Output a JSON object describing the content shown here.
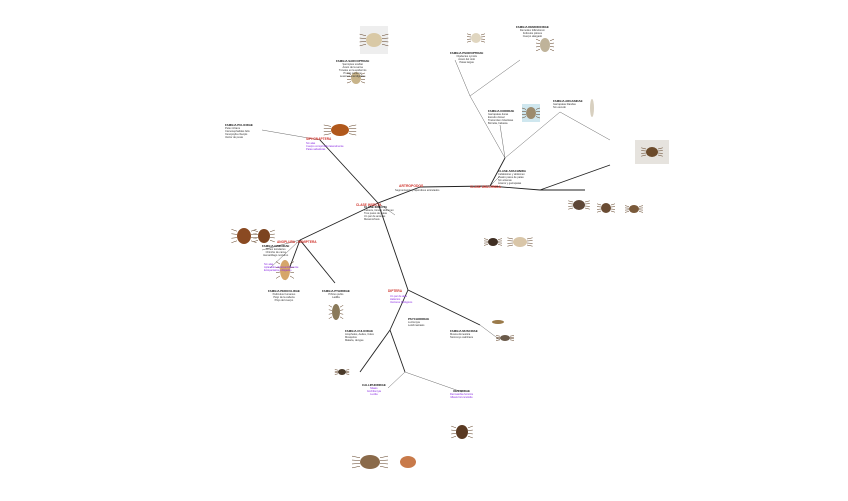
{
  "colors": {
    "branch": "#d0342c",
    "line": "#222222",
    "text": "#333333",
    "purple": "#8a2be2"
  },
  "center": {
    "label": "ARTROPODOS",
    "sub": "Segmentación y apéndices articulados"
  },
  "branches": {
    "insecta": "CLASE INSECTA",
    "arachnida": "CLASE ARACHNIDA",
    "siphonaptera": "SIPHONAPTERA",
    "anoplura": "ANOPLURA - HEMIPTERA",
    "diptera": "DIPTERA"
  },
  "nodes": {
    "sarcoptidae": {
      "title": "FAMILIA SARCOPTIDAE",
      "lines": [
        "Sarcoptes scabiei",
        "Ácaro de la sarna",
        "Túneles en la epidermis",
        "Prurito nocturno",
        "Lesiones interdigitales"
      ]
    },
    "demodecidae": {
      "title": "FAMILIA DEMODICIDAE",
      "lines": [
        "Demodex folliculorum",
        "Folículos pilosos",
        "Cuerpo alargado"
      ]
    },
    "psoroptidae": {
      "title": "FAMILIA PSOROPTIDAE",
      "lines": [
        "Otodectes cynotis",
        "Ácaro del oído",
        "Patas largas"
      ]
    },
    "ixodidae": {
      "title": "FAMILIA IXODIDAE",
      "lines": [
        "Garrapatas duras",
        "Escudo dorsal",
        "Transmiten rickettsias",
        "Borrelia, babesia"
      ]
    },
    "argasidae": {
      "title": "FAMILIA ARGASIDAE",
      "lines": [
        "Garrapatas blandas",
        "Sin escudo"
      ]
    },
    "pulicidae": {
      "title": "FAMILIA PULICIDAE",
      "lines": [
        "Pulex irritans",
        "Ctenocephalides felis",
        "Xenopsylla cheopis",
        "Vector de peste"
      ]
    },
    "cimicidae": {
      "title": "FAMILIA CIMICIDAE",
      "lines": [
        "Cimex lectularius",
        "Chinche de cama",
        "Hematófago nocturno"
      ]
    },
    "pediculidae": {
      "title": "FAMILIA PEDICULIDAE",
      "lines": [
        "Pediculus humanus",
        "Piojo de la cabeza",
        "Piojo del cuerpo"
      ]
    },
    "pthiridae": {
      "title": "FAMILIA PTHIRIDAE",
      "lines": [
        "Pthirus pubis",
        "Ladilla"
      ]
    },
    "culicidae": {
      "title": "FAMILIA CULICIDAE",
      "lines": [
        "Anopheles, Aedes, Culex",
        "Mosquitos",
        "Malaria, dengue"
      ]
    },
    "muscidae": {
      "title": "FAMILIA MUSCIDAE",
      "lines": [
        "Musca domestica",
        "Stomoxys calcitrans"
      ]
    },
    "calliphoridae": {
      "title": "CALLIPHORIDAE",
      "lines": [
        "Miasis",
        "Cochliomyia",
        "Lucilia"
      ]
    },
    "oestridae": {
      "title": "OESTRIDAE",
      "lines": [
        "Dermatobia hominis",
        "Miasis forunculoide"
      ]
    },
    "psychodidae": {
      "title": "PSYCHODIDAE",
      "lines": [
        "Lutzomyia",
        "Leishmaniasis"
      ]
    },
    "arachnida_info": {
      "title": "CLASE ARACHNIDA",
      "lines": [
        "Cefalotórax y abdomen",
        "Cuatro pares de patas",
        "Sin antenas",
        "Ácaros y garrapatas"
      ]
    },
    "insecta_info": {
      "title": "CLASE INSECTA",
      "lines": [
        "Cabeza, tórax y abdomen",
        "Tres pares de patas",
        "Un par de antenas",
        "Metamorfosis"
      ]
    },
    "siph_info": {
      "title": "",
      "lines": [
        "Sin alas",
        "Cuerpo comprimido lateralmente",
        "Patas saltadoras"
      ]
    },
    "anop_info": {
      "title": "",
      "lines": [
        "Sin alas",
        "Aplanados dorsoventralmente",
        "Ectoparásitos obligados"
      ]
    },
    "dipt_info": {
      "title": "",
      "lines": [
        "Un par de alas",
        "Halterios",
        "Vectores biológicos"
      ]
    }
  }
}
